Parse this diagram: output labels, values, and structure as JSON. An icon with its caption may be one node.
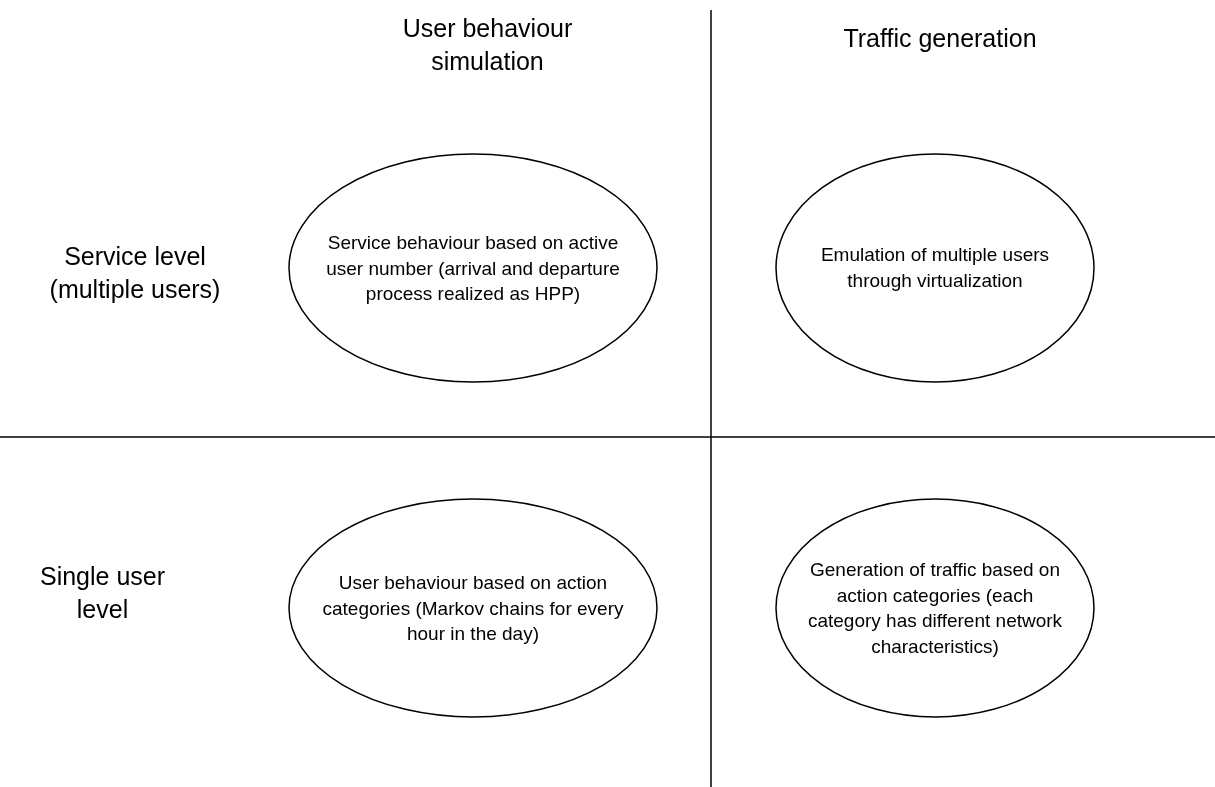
{
  "diagram": {
    "nodes": [
      {
        "text": [
          "Service behaviour based on active user number (arrival and departure process realized as HPP)"
        ]
      },
      {
        "text": [
          "Emulation of multiple users through virtualization"
        ]
      },
      {
        "text": [
          "User behaviour based on action categories (Markov chains for every hour in the day)"
        ]
      },
      {
        "text": [
          "Generation of traffic based on action categories (each category has different network characteristics)"
        ]
      }
    ],
    "edges": [],
    "labels": [
      "User behaviour simulation",
      "Traffic generation",
      "Service level (multiple users)",
      "Single user level"
    ]
  }
}
